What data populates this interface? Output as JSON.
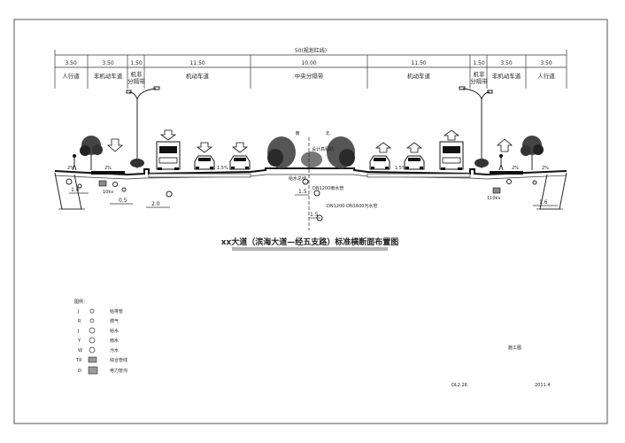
{
  "drawing": {
    "title": "xx大道（滨海大道—经五支路）标准横断面布置图",
    "overall_dimension": "50(规划红线)",
    "width_labels": [
      "3.50",
      "3.50",
      "1.50",
      "11.50",
      "10.00",
      "11.50",
      "1.50",
      "3.50",
      "3.50"
    ],
    "lane_labels": {
      "sidewalk_left": "人行道",
      "nonmotor_left": "非机动车道",
      "separator_left_1": "机非",
      "separator_left_2": "分隔带",
      "motor_left": "机动车道",
      "median": "中央分隔带",
      "motor_right": "机动车道",
      "separator_right_1": "机非",
      "separator_right_2": "分隔带",
      "nonmotor_right": "非机动车道",
      "sidewalk_right": "人行道"
    },
    "direction_labels": {
      "south": "南",
      "north": "北"
    },
    "centerline_label": "设计高程线",
    "slopes": [
      "2%",
      "2%",
      "1.5%",
      "1.5%",
      "2%",
      "2%"
    ],
    "spacing_labels": [
      "1.0",
      "0.5",
      "2.0",
      "1.5",
      "1.5",
      "1.6"
    ],
    "utility_notes": [
      "DN1200雨水管",
      "DN1200-DN1600污水管",
      "给水总线",
      "10kv",
      "110kv"
    ],
    "legend": {
      "heading": "图例：",
      "items": [
        {
          "code": "J",
          "label": "给排管"
        },
        {
          "code": "R",
          "label": "燃气"
        },
        {
          "code": "J",
          "label": "给水"
        },
        {
          "code": "Y",
          "label": "雨水"
        },
        {
          "code": "W",
          "label": "污水"
        },
        {
          "code": "TX",
          "label": "综合管线"
        },
        {
          "code": "D",
          "label": "电力管沟"
        }
      ]
    },
    "stamp": "施工图",
    "sheet_number": "DL2-26",
    "date": "2011.4"
  }
}
